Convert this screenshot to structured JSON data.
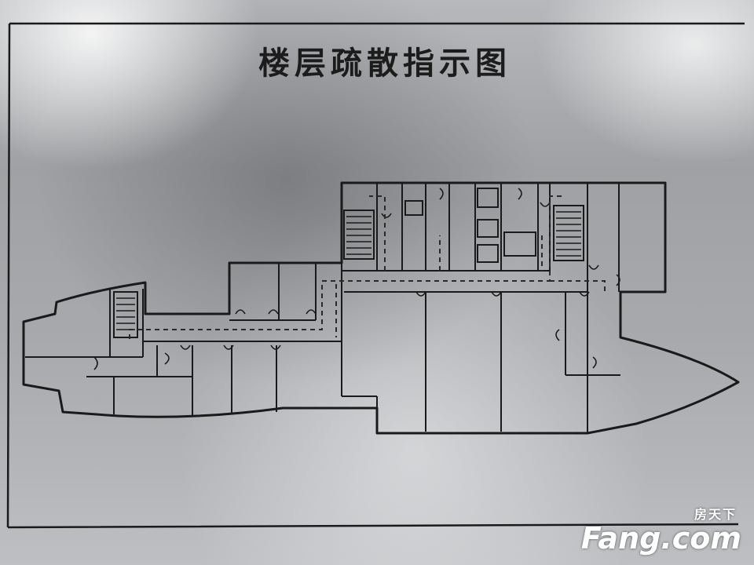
{
  "sign": {
    "title": "楼层疏散指示图"
  },
  "watermark": {
    "brand_cn": "房天下",
    "brand_en": "Fang.com"
  },
  "colors": {
    "line": "#1a1a1a",
    "route": "#2a2a2a"
  }
}
